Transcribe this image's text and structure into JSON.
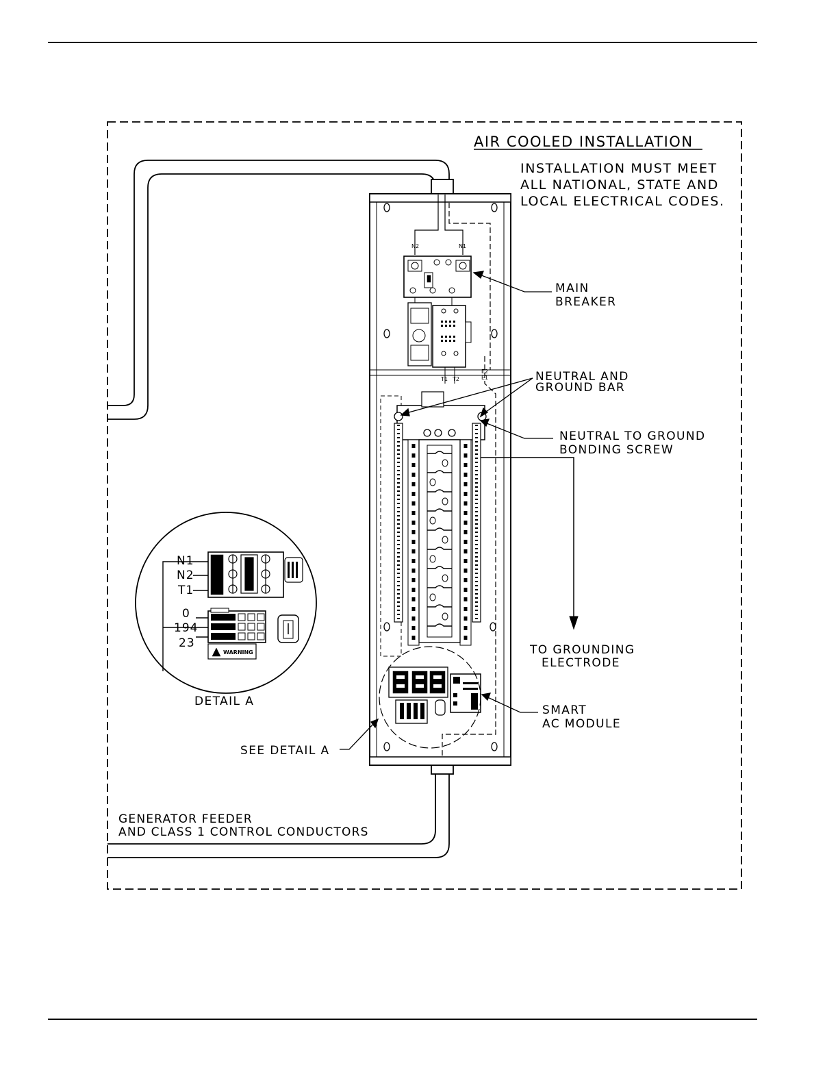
{
  "diagram": {
    "title": "AIR COOLED INSTALLATION",
    "code_note": [
      "INSTALLATION MUST MEET",
      "ALL NATIONAL, STATE AND",
      "LOCAL ELECTRICAL CODES."
    ],
    "callouts": {
      "main_breaker": [
        "MAIN",
        "BREAKER"
      ],
      "neutral_ground_bar": [
        "NEUTRAL AND",
        "GROUND BAR"
      ],
      "bonding_screw": [
        "NEUTRAL TO GROUND",
        "BONDING SCREW"
      ],
      "grounding_electrode": [
        "TO GROUNDING",
        "ELECTRODE"
      ],
      "smart_ac_module": [
        "SMART",
        "AC MODULE"
      ],
      "see_detail": "SEE DETAIL A",
      "feeder": [
        "GENERATOR FEEDER",
        "AND CLASS 1 CONTROL CONDUCTORS"
      ]
    },
    "terminals": {
      "n2": "N2",
      "n1": "N1",
      "t1": "T1",
      "t2": "T2",
      "e1": "E1",
      "e2": "E2"
    },
    "detail": {
      "caption": "DETAIL A",
      "wires": [
        "N1",
        "N2",
        "T1",
        "0",
        "194",
        "23"
      ],
      "warning": "WARNING"
    }
  }
}
